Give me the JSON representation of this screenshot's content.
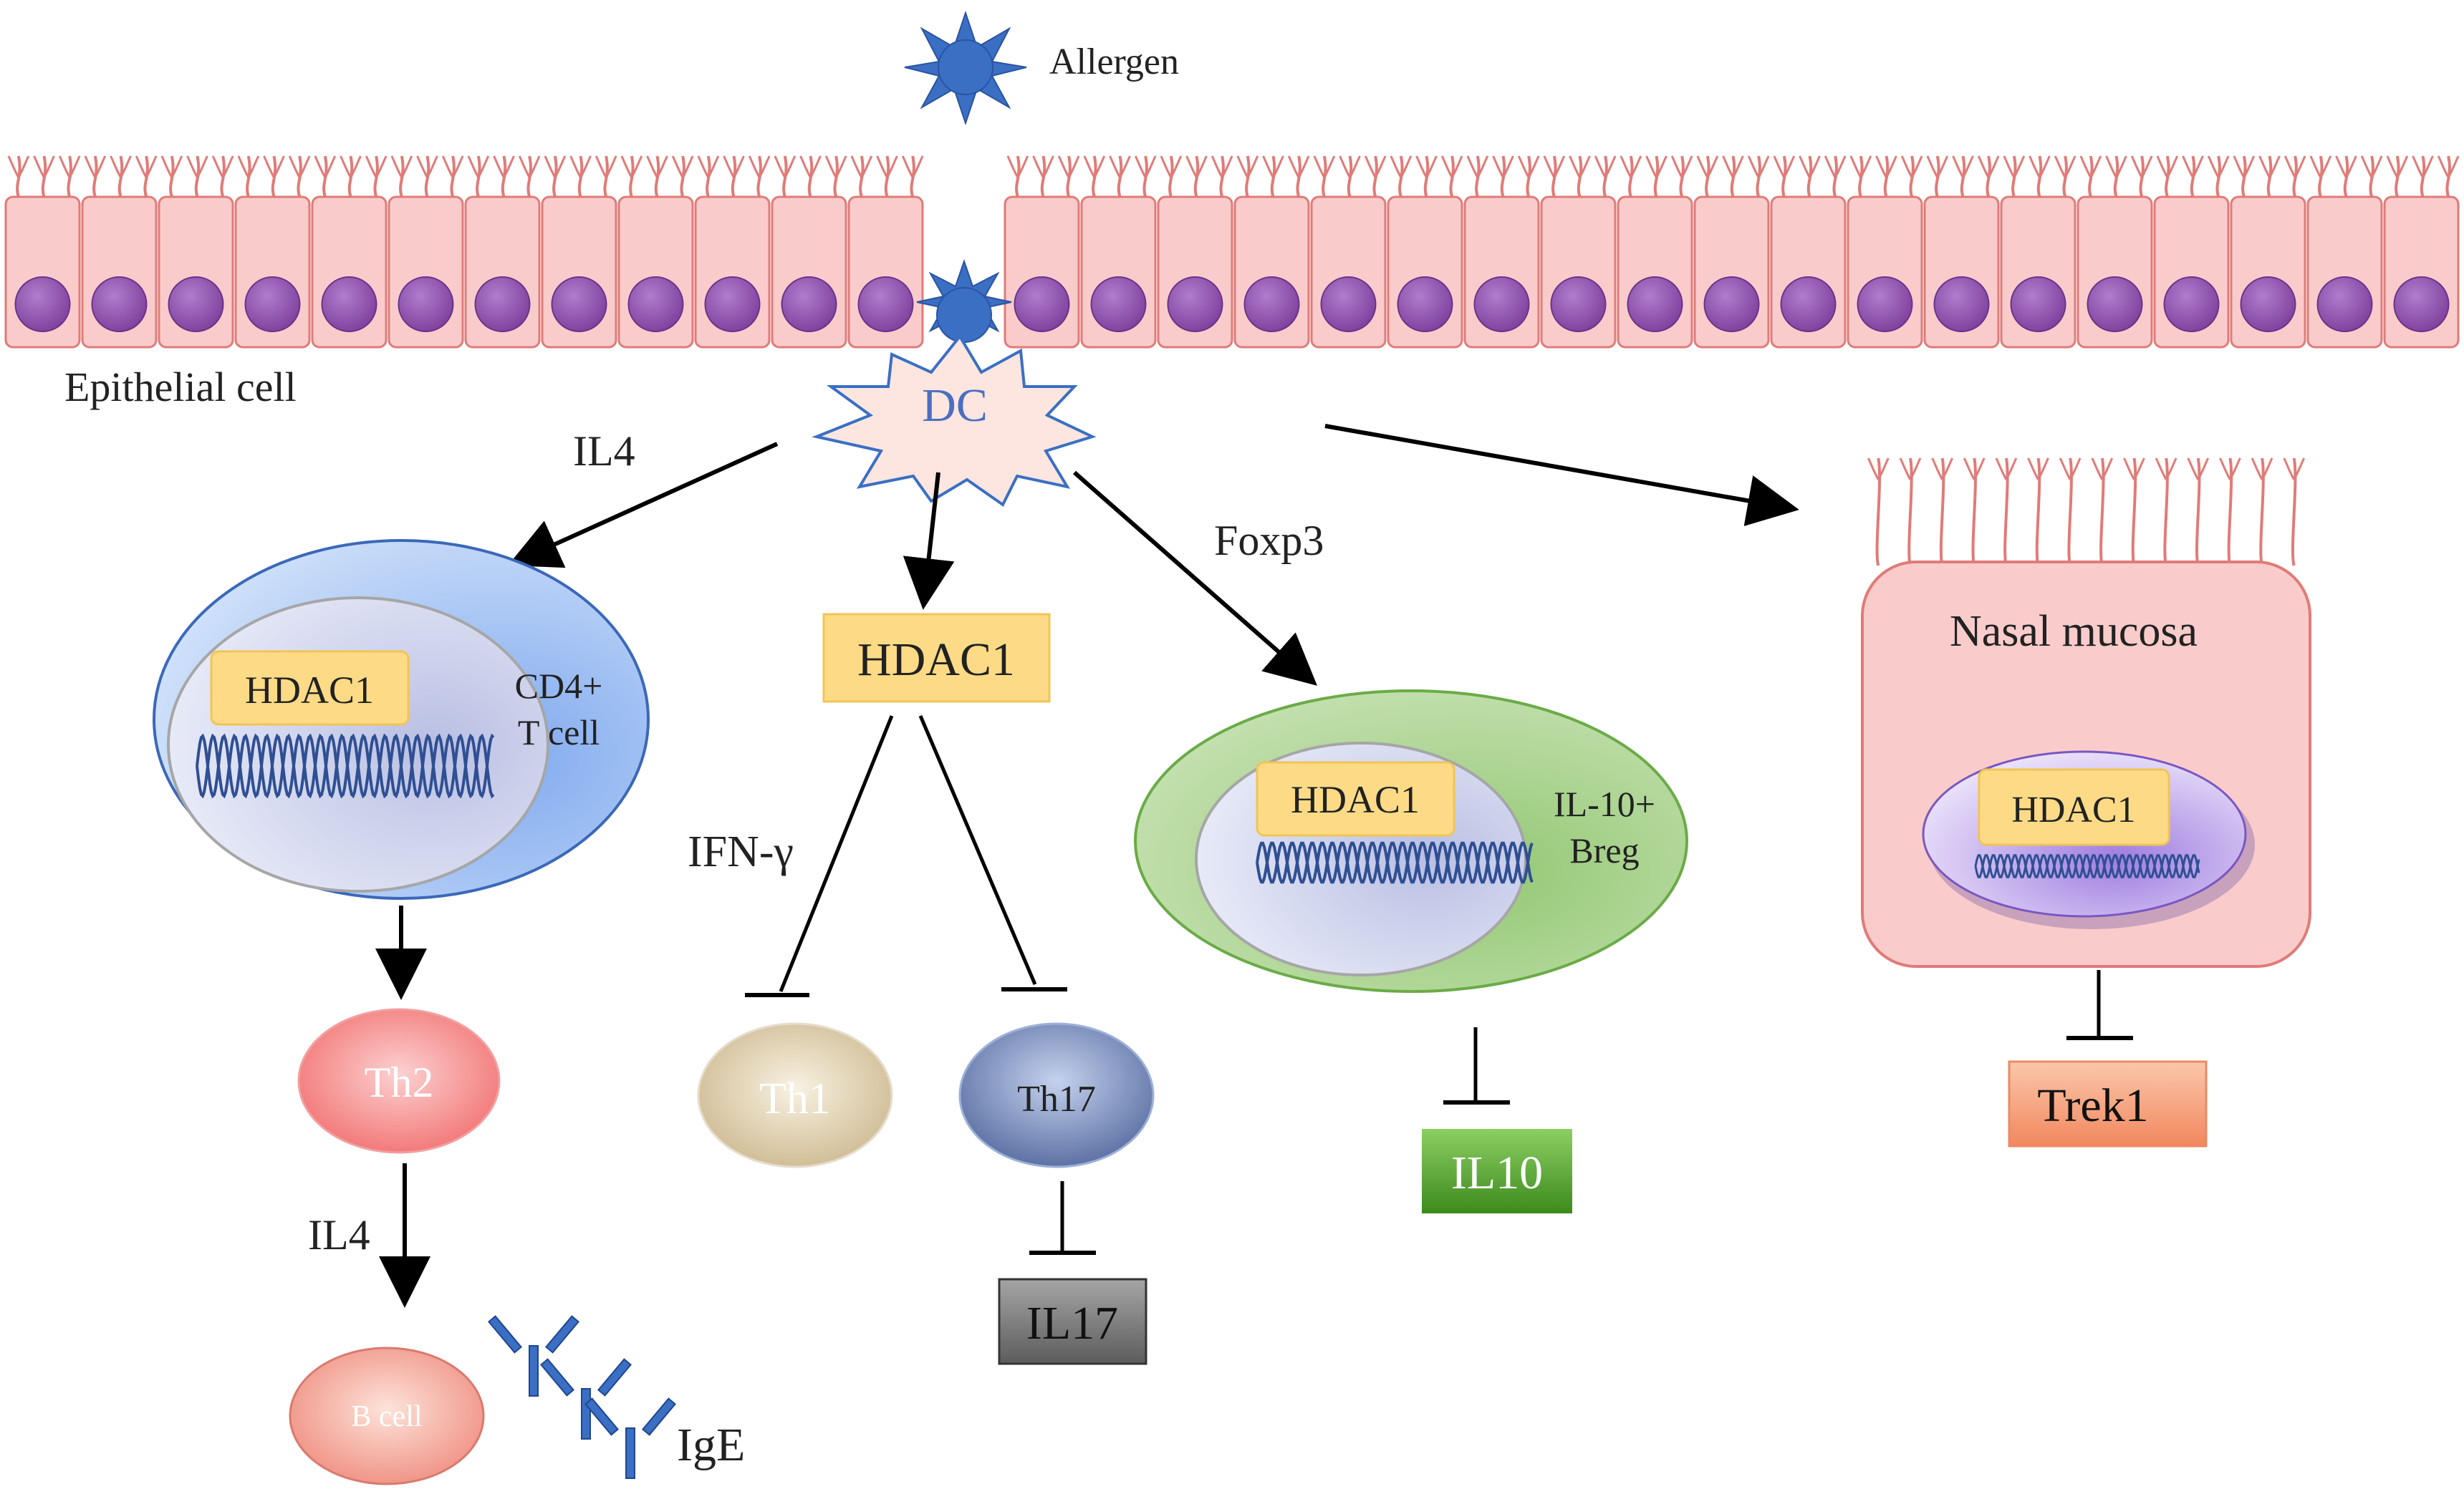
{
  "labels": {
    "allergen": "Allergen",
    "epithelial_cell": "Epithelial cell",
    "dc": "DC",
    "il4_top": "IL4",
    "foxp3": "Foxp3",
    "cd4_line1": "CD4+",
    "cd4_line2": "T cell",
    "hdac1_tcell": "HDAC1",
    "hdac1_center": "HDAC1",
    "ifn_gamma": "IFN-γ",
    "th1": "Th1",
    "th17": "Th17",
    "il17": "IL17",
    "th2": "Th2",
    "il4_bottom": "IL4",
    "bcell": "B cell",
    "ige": "IgE",
    "hdac1_breg": "HDAC1",
    "breg_line1": "IL-10+",
    "breg_line2": "Breg",
    "il10": "IL10",
    "nasal_mucosa": "Nasal mucosa",
    "hdac1_nasal": "HDAC1",
    "trek1": "Trek1"
  },
  "colors": {
    "epithelium_fill": "#f9cccb",
    "epithelium_stroke": "#e07b78",
    "nucleus": "#9a5bb5",
    "allergen_blue": "#3a6fc4",
    "hdac1_box": "#fddb86",
    "arrow": "#000000",
    "th2": "#f47f7f",
    "th1": "#d9c9a3",
    "th17": "#6f86b8",
    "il17_box": "#777777",
    "il10_box": "#5aa336",
    "trek1_box": "#f4a07e",
    "breg": "#a9d18e",
    "cd4_tcell": "#8fb6f2"
  }
}
